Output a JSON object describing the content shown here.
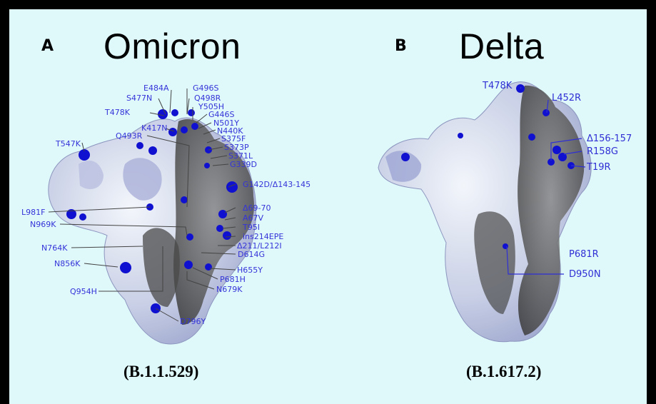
{
  "panel_a": {
    "letter": "A",
    "title": "Omicron",
    "lineage": "(B.1.1.529)",
    "mutations": [
      "E484A",
      "G496S",
      "S477N",
      "Q498R",
      "Y505H",
      "T478K",
      "G446S",
      "N501Y",
      "K417N",
      "N440K",
      "Q493R",
      "S375F",
      "S373P",
      "T547K",
      "S371L",
      "G339D",
      "G142D/Δ143-145",
      "L981F",
      "Δ69-70",
      "N969K",
      "A67V",
      "T95I",
      "ins214EPE",
      "N764K",
      "Δ211/L212I",
      "D614G",
      "N856K",
      "H655Y",
      "P681H",
      "Q954H",
      "N679K",
      "D796Y"
    ]
  },
  "panel_b": {
    "letter": "B",
    "title": "Delta",
    "lineage": "(B.1.617.2)",
    "mutations": [
      "T478K",
      "L452R",
      "Δ156-157",
      "R158G",
      "T19R",
      "P681R",
      "D950N"
    ]
  },
  "colors": {
    "background": "#dff9fb",
    "frame": "#000000",
    "label": "#3434d8",
    "mutation_site": "#1010d0"
  }
}
